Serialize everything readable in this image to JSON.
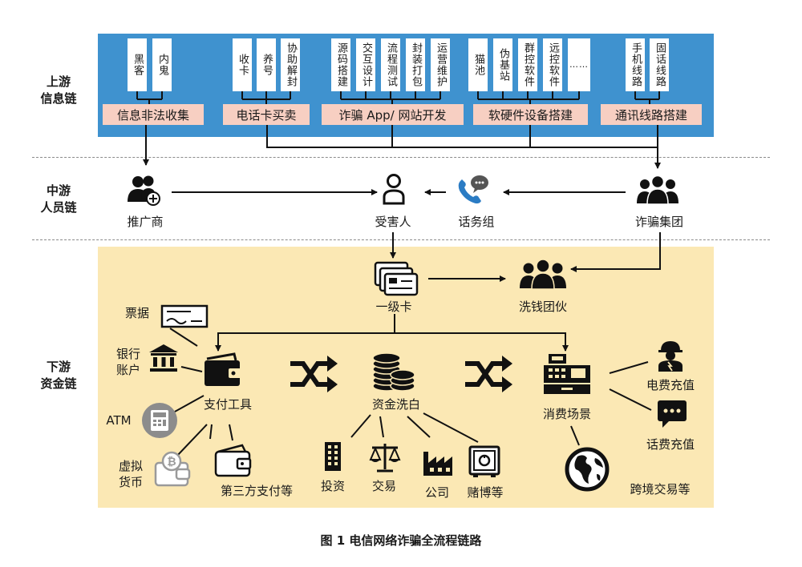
{
  "rows": {
    "upstream": "上游\n信息链",
    "midstream": "中游\n人员链",
    "downstream": "下游\n资金链"
  },
  "upstream": {
    "vertical_items": [
      "黑客",
      "内鬼",
      "收卡",
      "养号",
      "协助解封",
      "源码搭建",
      "交互设计",
      "流程测试",
      "封装打包",
      "运营维护",
      "猫池",
      "伪基站",
      "群控软件",
      "远控软件",
      "……",
      "手机线路",
      "固话线路"
    ],
    "categories": [
      "信息非法收集",
      "电话卡买卖",
      "诈骗 App/ 网站开发",
      "软硬件设备搭建",
      "通讯线路搭建"
    ]
  },
  "midstream": {
    "promoter": "推广商",
    "victim": "受害人",
    "call_team": "话务组",
    "fraud_group": "诈骗集团"
  },
  "downstream": {
    "first_card": "一级卡",
    "laundering_gang": "洗钱团伙",
    "bill": "票据",
    "bank_account": "银行\n账户",
    "atm": "ATM",
    "virtual_currency": "虚拟\n货币",
    "payment_tools": "支付工具",
    "third_party": "第三方支付等",
    "laundering": "资金洗白",
    "investment": "投资",
    "trading": "交易",
    "company": "公司",
    "gambling": "赌博等",
    "consumption": "消费场景",
    "electricity": "电费充值",
    "phone_topup": "话费充值",
    "cross_border": "跨境交易等"
  },
  "caption": "图 1  电信网络诈骗全流程链路",
  "colors": {
    "upstream_band": "#3f92cf",
    "downstream_band": "#fbe8b4",
    "category_box": "#f7cfc2"
  }
}
